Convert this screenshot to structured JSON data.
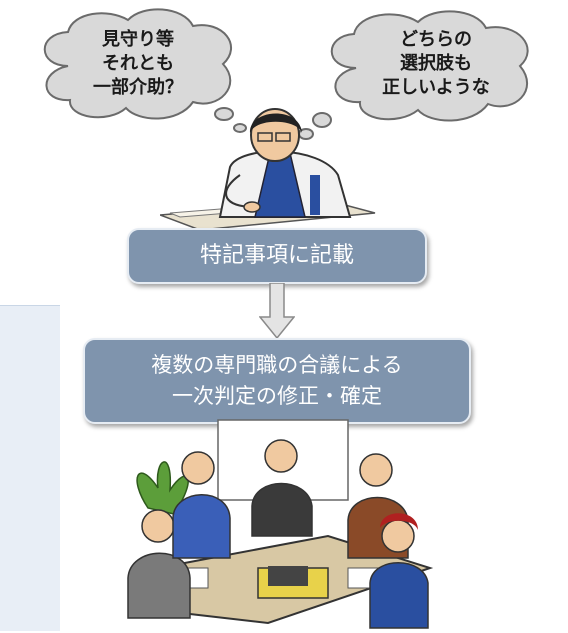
{
  "thought_left": {
    "lines": [
      "見守り等",
      "それとも",
      "一部介助？"
    ]
  },
  "thought_right": {
    "lines": [
      "どちらの",
      "選択肢も",
      "正しいような"
    ]
  },
  "step1": {
    "label": "特記事項に記載"
  },
  "step2": {
    "lines": [
      "複数の専門職の合議による",
      "一次判定の修正・確定"
    ]
  },
  "icons": [
    "cloud-thought-bubble",
    "thinking-man-illustration",
    "down-arrow",
    "meeting-illustration"
  ]
}
